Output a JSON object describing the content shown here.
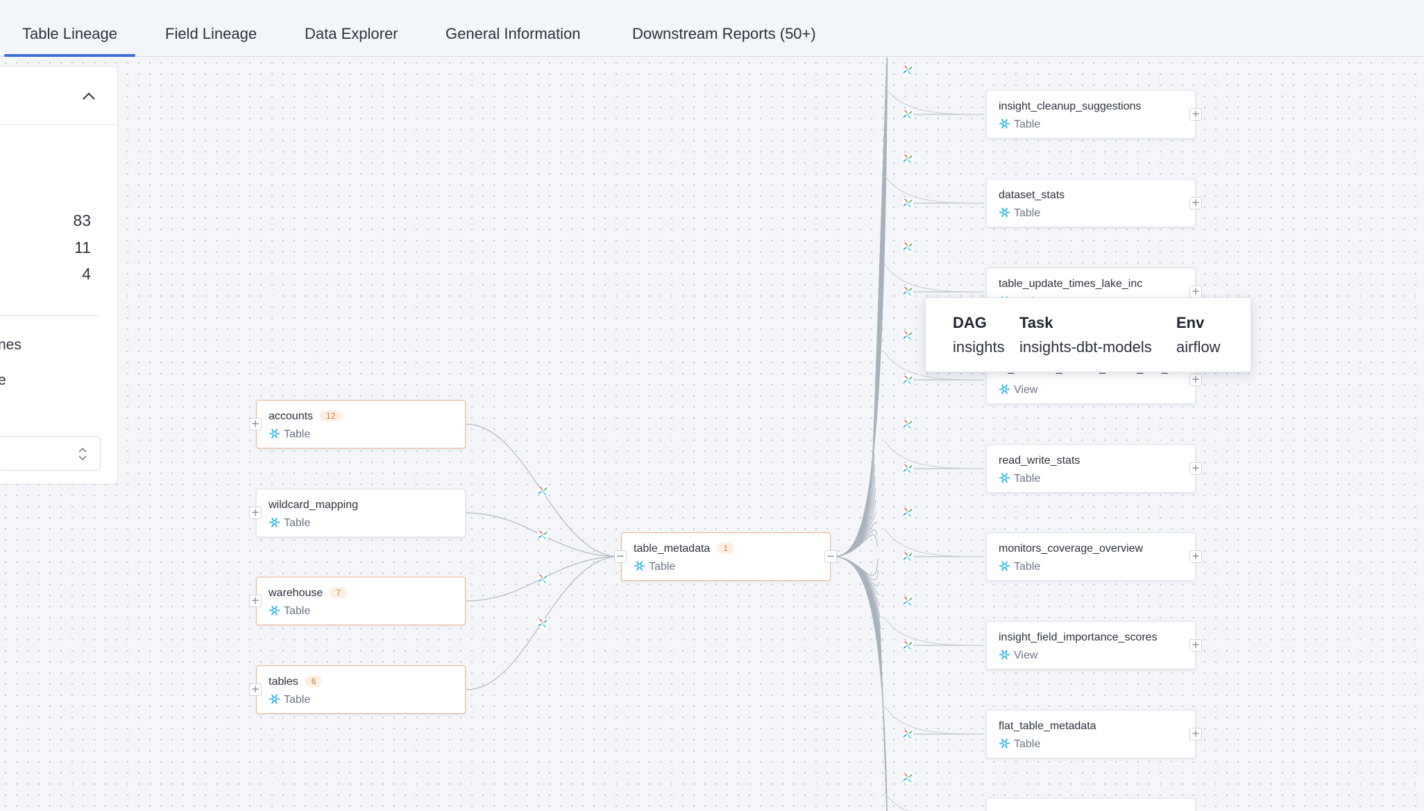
{
  "tabs": [
    {
      "label": "Table Lineage",
      "active": true
    },
    {
      "label": "Field Lineage",
      "active": false
    },
    {
      "label": "Data Explorer",
      "active": false
    },
    {
      "label": "General Information",
      "active": false
    },
    {
      "label": "Downstream Reports (50+)",
      "active": false
    }
  ],
  "panel": {
    "counts": [
      "83",
      "11",
      "4"
    ],
    "cut_labels": [
      "nes",
      "e"
    ]
  },
  "upstream": [
    {
      "name": "accounts",
      "badge": "12",
      "type": "Table"
    },
    {
      "name": "wildcard_mapping",
      "badge": "",
      "type": "Table"
    },
    {
      "name": "warehouse",
      "badge": "7",
      "type": "Table"
    },
    {
      "name": "tables",
      "badge": "6",
      "type": "Table"
    }
  ],
  "center": {
    "name": "table_metadata",
    "badge": "1",
    "type": "Table"
  },
  "downstream": [
    {
      "name": "insight_cleanup_suggestions",
      "type": "Table"
    },
    {
      "name": "dataset_stats",
      "type": "Table"
    },
    {
      "name": "table_update_times_lake_inc",
      "type": "Table"
    },
    {
      "name": "to_monolith_monitor_issues_and_i...",
      "type": "View"
    },
    {
      "name": "read_write_stats",
      "type": "Table"
    },
    {
      "name": "monitors_coverage_overview",
      "type": "Table"
    },
    {
      "name": "insight_field_importance_scores",
      "type": "View"
    },
    {
      "name": "flat_table_metadata",
      "type": "Table"
    },
    {
      "name": "",
      "type": ""
    }
  ],
  "tooltip": {
    "headers": {
      "dag": "DAG",
      "task": "Task",
      "env": "Env"
    },
    "values": {
      "dag": "insights",
      "task": "insights-dbt-models",
      "env": "airflow"
    }
  },
  "colors": {
    "accent": "#3b6fd9",
    "highlight_border": "#f0b58f",
    "badge_text": "#c97b35",
    "snowflake": "#29b5e8"
  }
}
